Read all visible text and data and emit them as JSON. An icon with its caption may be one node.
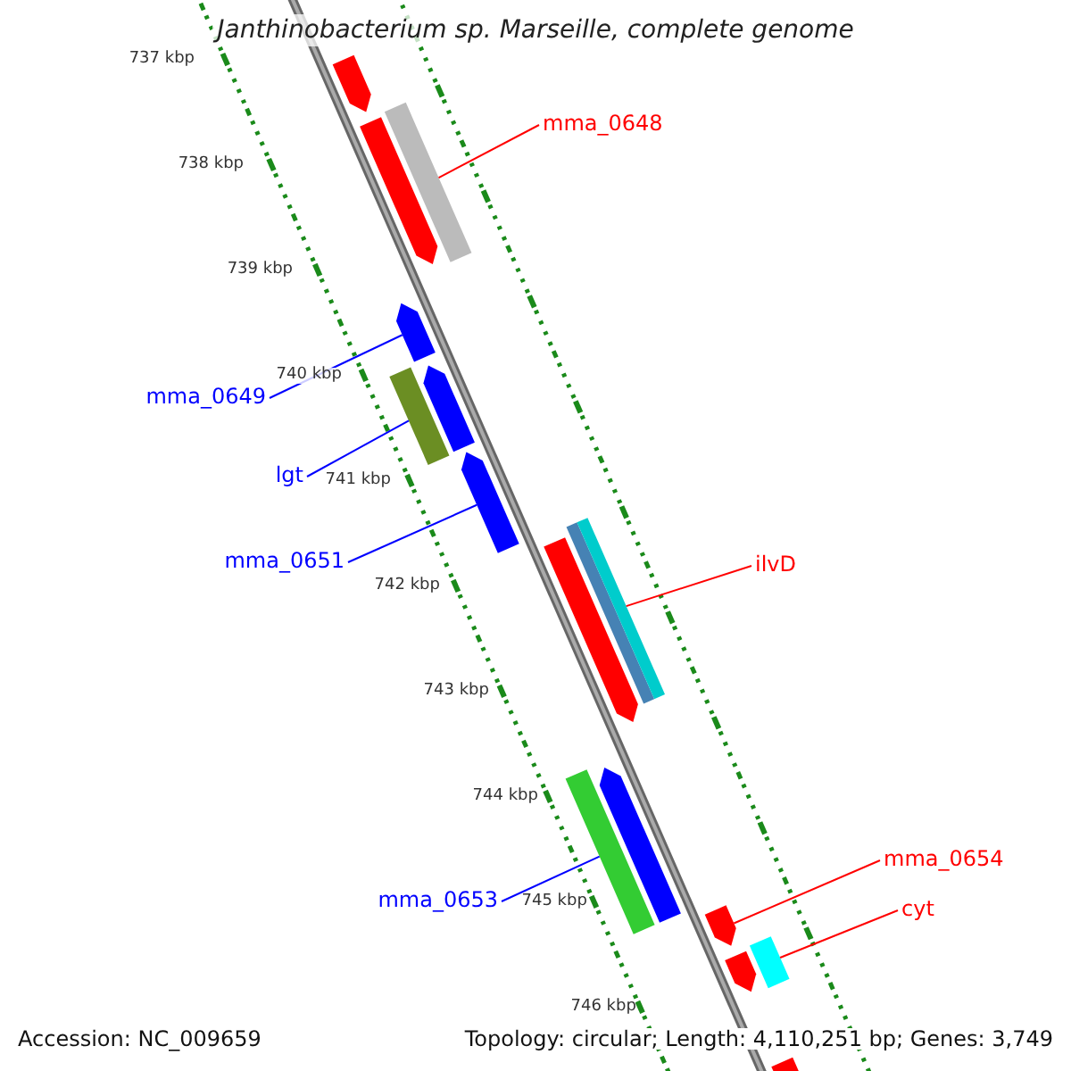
{
  "diagram": {
    "title": "Janthinobacterium sp. Marseille, complete genome",
    "nodes": [
      {
        "text": [
          "mma_0648"
        ]
      },
      {
        "text": [],
        "shape": "bar"
      },
      {
        "text": [
          "mma_0649"
        ]
      },
      {
        "text": [],
        "shape": "bar"
      },
      {
        "text": [
          "lgt"
        ]
      },
      {
        "text": [],
        "shape": "bar"
      },
      {
        "text": [
          "mma_0651"
        ]
      },
      {
        "text": [],
        "shape": "bar"
      },
      {
        "text": [
          "ilvD"
        ]
      },
      {
        "text": [],
        "shape": "bar"
      },
      {
        "text": [
          "mma_0653"
        ]
      },
      {
        "text": [],
        "shape": "bar"
      },
      {
        "text": [
          "mma_0654"
        ]
      },
      {
        "text": [],
        "shape": "bar"
      },
      {
        "text": [
          "cyt"
        ]
      },
      {
        "text": [],
        "shape": "bar"
      },
      {
        "text": [],
        "shape": "bar"
      },
      {
        "text": [],
        "shape": "bar"
      },
      {
        "text": [],
        "shape": "bar"
      },
      {
        "text": [],
        "shape": "bar"
      },
      {
        "text": [],
        "shape": "bar"
      },
      {
        "text": [],
        "shape": "bar"
      },
      {
        "text": [],
        "shape": "bar"
      }
    ],
    "edges": [
      {
        "from": 0,
        "to": 1,
        "arrow": "none",
        "color": "#ff0000"
      },
      {
        "from": 2,
        "to": 3,
        "arrow": "none",
        "color": "#0000ff"
      },
      {
        "from": 4,
        "to": 5,
        "arrow": "none",
        "color": "#0000ff"
      },
      {
        "from": 6,
        "to": 7,
        "arrow": "none",
        "color": "#0000ff"
      },
      {
        "from": 8,
        "to": 9,
        "arrow": "none",
        "color": "#ff0000"
      },
      {
        "from": 10,
        "to": 11,
        "arrow": "none",
        "color": "#0000ff"
      },
      {
        "from": 12,
        "to": 13,
        "arrow": "none",
        "color": "#ff0000"
      },
      {
        "from": 14,
        "to": 15,
        "arrow": "none",
        "color": "#ff0000"
      }
    ],
    "labels": [
      "737 kbp",
      "738 kbp",
      "739 kbp",
      "740 kbp",
      "741 kbp",
      "742 kbp",
      "743 kbp",
      "744 kbp",
      "745 kbp",
      "746 kbp",
      "Accession: NC_009659",
      "Topology: circular; Length: 4,110,251 bp; Genes: 3,749"
    ]
  }
}
